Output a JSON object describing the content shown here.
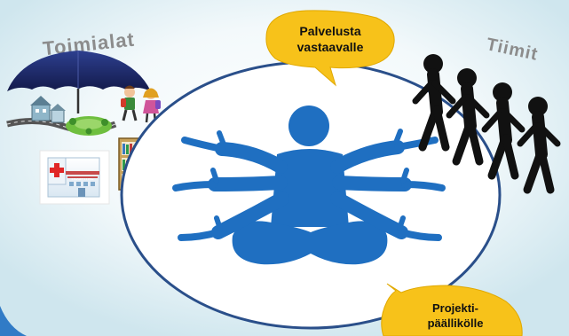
{
  "labels": {
    "sectors": "Toimialat",
    "teams": "Tiimit",
    "bubble_top_line1": "Palvelusta",
    "bubble_top_line2": "vastaavalle",
    "bubble_bottom_line1": "Projekti-",
    "bubble_bottom_line2": "päällikölle",
    "hospital_sign": "HOSPITAL"
  },
  "colors": {
    "figure_blue": "#1f6fc1",
    "ellipse_stroke": "#2a4f8a",
    "bubble_fill": "#f7c21a",
    "background_glow": "#d7ecf3",
    "umbrella": "#1f2a6b",
    "team_figures": "#111111",
    "label_gray": "#8c8c8c"
  },
  "icons": {
    "umbrella": "umbrella-icon",
    "children": "children-icon",
    "hospital": "hospital-icon",
    "bookshelf": "bookshelf-icon",
    "people_chain": "people-chain-icon",
    "multi_arm_person": "multi-arm-person-icon"
  }
}
